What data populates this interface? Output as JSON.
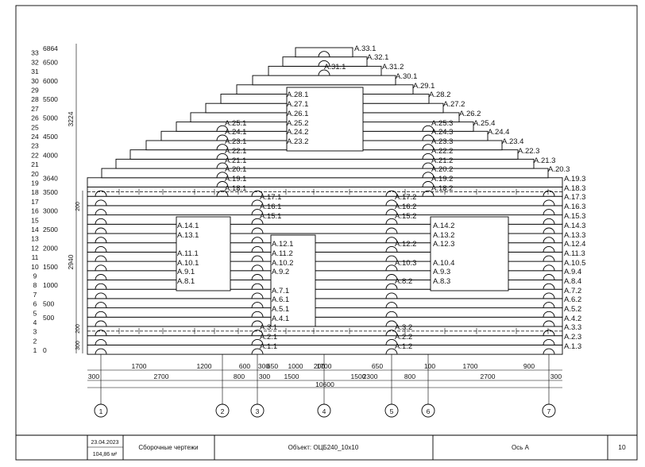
{
  "title_block": {
    "date": "23.04.2023",
    "area": "104,86 м²",
    "doc_type": "Сборочные чертежи",
    "object": "Объект: ОЦБ240_10x10",
    "sheet_name": "Ось А",
    "page": "10"
  },
  "axes": [
    "1",
    "2",
    "3",
    "4",
    "5",
    "6",
    "7"
  ],
  "height_marks": [
    {
      "value": "6864",
      "row": 33.5
    },
    {
      "value": "6500",
      "row": 32
    },
    {
      "value": "6000",
      "row": 30
    },
    {
      "value": "5500",
      "row": 28
    },
    {
      "value": "5000",
      "row": 26
    },
    {
      "value": "4500",
      "row": 24
    },
    {
      "value": "4000",
      "row": 22
    },
    {
      "value": "3640",
      "row": 19.5
    },
    {
      "value": "3500",
      "row": 18
    },
    {
      "value": "3000",
      "row": 16
    },
    {
      "value": "2500",
      "row": 14
    },
    {
      "value": "2000",
      "row": 12
    },
    {
      "value": "1500",
      "row": 10
    },
    {
      "value": "1000",
      "row": 8
    },
    {
      "value": "500",
      "row": 4.5
    },
    {
      "value": "500",
      "row": 6
    },
    {
      "value": "0",
      "row": 1
    }
  ],
  "row_numbers": [
    "1",
    "2",
    "3",
    "4",
    "5",
    "6",
    "7",
    "8",
    "9",
    "10",
    "11",
    "12",
    "13",
    "14",
    "15",
    "16",
    "17",
    "18",
    "19",
    "20",
    "21",
    "22",
    "23",
    "24",
    "25",
    "26",
    "27",
    "28",
    "29",
    "30",
    "31",
    "32",
    "33"
  ],
  "vertical_dims": {
    "d1": "3224",
    "d2": "2940",
    "d3": "200",
    "d4": "300",
    "d5": "200"
  },
  "dims_row1": [
    "1700",
    "1200",
    "600",
    "650",
    "1000",
    "1700",
    "650",
    "100",
    "1700",
    "900"
  ],
  "dims_row1_extra": [
    "300",
    "200"
  ],
  "dims_row2": [
    "300",
    "2700",
    "800",
    "300",
    "1500",
    "1500",
    "2300",
    "800",
    "2700",
    "300"
  ],
  "total": "10600",
  "gable_labels": [
    "A.33.1",
    "A.32.1",
    "A.31.1",
    "A.31.2",
    "A.30.1",
    "A.29.1",
    "A.28.1",
    "A.28.2",
    "A.27.1",
    "A.27.2",
    "A.26.1",
    "A.26.2",
    "A.25.1",
    "A.25.2",
    "A.25.3",
    "A.25.4",
    "A.24.1",
    "A.24.2",
    "A.24.3",
    "A.24.4",
    "A.23.1",
    "A.23.2",
    "A.23.3",
    "A.23.4",
    "A.22.1",
    "A.22.2",
    "A.22.3",
    "A.21.1",
    "A.21.2",
    "A.21.3",
    "A.20.1",
    "A.20.2",
    "A.20.3",
    "A.19.1",
    "A.19.2",
    "A.19.3",
    "A.18.1",
    "A.18.2",
    "A.18.3"
  ],
  "wall_labels": [
    "A.17.1",
    "A.17.2",
    "A.17.3",
    "A.16.1",
    "A.16.2",
    "A.16.3",
    "A.15.1",
    "A.15.2",
    "A.15.3",
    "A.14.1",
    "A.14.2",
    "A.14.3",
    "A.13.1",
    "A.13.2",
    "A.13.3",
    "A.12.1",
    "A.12.2",
    "A.12.3",
    "A.12.4",
    "A.11.1",
    "A.11.2",
    "A.11.3",
    "A.10.1",
    "A.10.2",
    "A.10.3",
    "A.10.4",
    "A.10.5",
    "A.9.1",
    "A.9.2",
    "A.9.3",
    "A.9.4",
    "A.8.1",
    "A.8.2",
    "A.8.3",
    "A.8.4",
    "A.7.1",
    "A.7.2",
    "A.6.1",
    "A.6.2",
    "A.5.1",
    "A.5.2",
    "A.4.1",
    "A.4.2",
    "A.3.1",
    "A.3.2",
    "A.3.3",
    "A.2.1",
    "A.2.2",
    "A.2.3",
    "A.1.1",
    "A.1.2",
    "A.1.3"
  ]
}
